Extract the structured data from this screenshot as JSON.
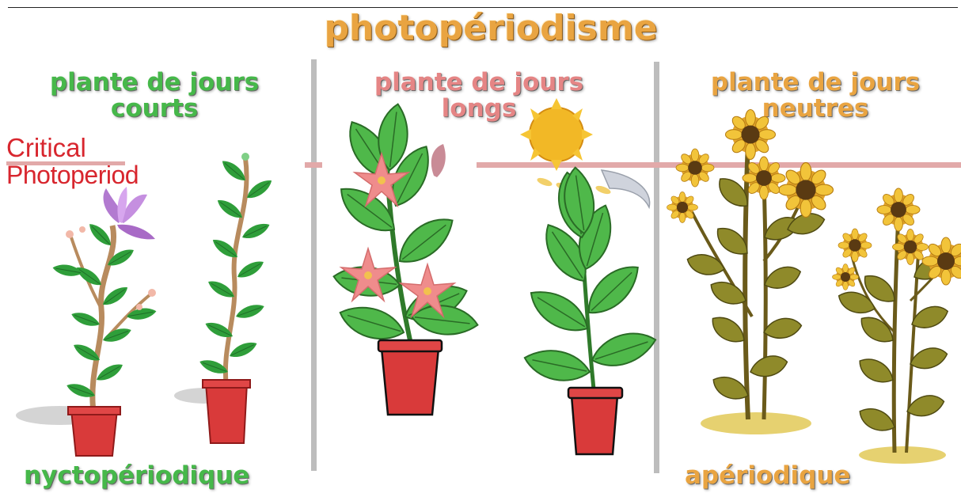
{
  "title": "photopériodisme",
  "sections": [
    {
      "header": "plante de jours courts",
      "header_line1": "plante de jours",
      "header_line2": "courts"
    },
    {
      "header": "plante de jours longs",
      "header_line1": "plante de jours",
      "header_line2": "longs"
    },
    {
      "header": "plante de jours neutres",
      "header_line1": "plante de jours",
      "header_line2": "neutres"
    }
  ],
  "critical_label": {
    "line1": "Critical",
    "line2": "Photoperiod"
  },
  "footers": {
    "left": "nyctopériodique",
    "right": "apériodique"
  },
  "icons": [
    "sun-icon",
    "moon-icon",
    "flowering-plant-icon",
    "sunflower-icon"
  ],
  "colors": {
    "title": "#e9a441",
    "short_day": "#46b84a",
    "long_day": "#e58585",
    "neutral": "#e9a441",
    "critical": "#d8262e",
    "pot": "#d93a3a",
    "leaf": "#2f9e3a"
  }
}
